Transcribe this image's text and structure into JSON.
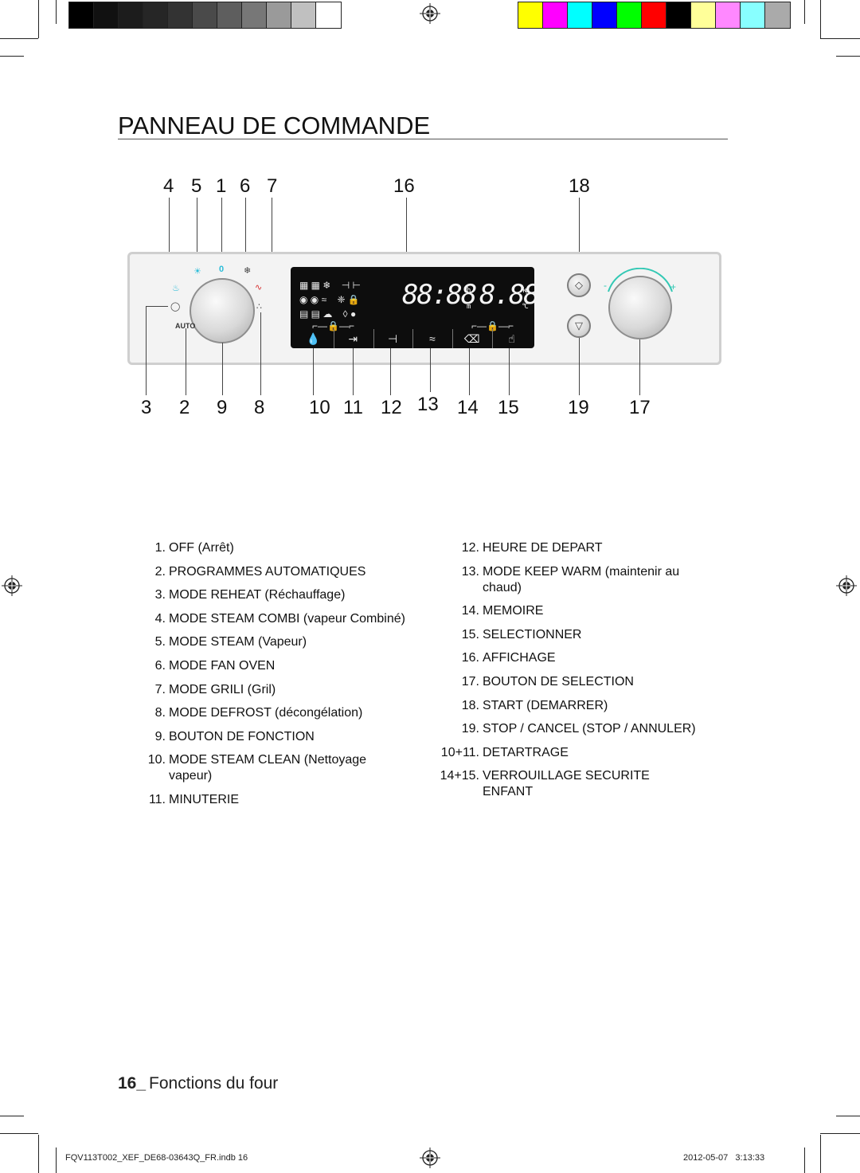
{
  "color_bars": {
    "gray": [
      "#000000",
      "#111111",
      "#1c1c1c",
      "#262626",
      "#333333",
      "#4a4a4a",
      "#5e5e5e",
      "#777777",
      "#9a9a9a",
      "#c0c0c0",
      "#ffffff"
    ],
    "color": [
      "#ffff00",
      "#ff00ff",
      "#00ffff",
      "#0000ff",
      "#00ff00",
      "#ff0000",
      "#000000",
      "#ffff99",
      "#ff88ff",
      "#88ffff",
      "#aaaaaa"
    ]
  },
  "page": {
    "title": "PANNEAU DE COMMANDE"
  },
  "diagram": {
    "top_labels": [
      "4",
      "5",
      "1",
      "6",
      "7",
      "16",
      "18"
    ],
    "bottom_labels": [
      "3",
      "2",
      "9",
      "8",
      "10",
      "11",
      "12",
      "13",
      "14",
      "15",
      "19",
      "17"
    ],
    "display": {
      "time": "88:88",
      "weight": "8.88",
      "unit_h": "h",
      "unit_m": "m",
      "unit_kg": "kg",
      "unit_c": "°C"
    },
    "knob_auto_label": "AUTO",
    "knob_off_label": "0"
  },
  "left_list": [
    {
      "num": "1.",
      "text": "OFF (Arrêt)"
    },
    {
      "num": "2.",
      "text": "PROGRAMMES AUTOMATIQUES"
    },
    {
      "num": "3.",
      "text": "MODE REHEAT (Réchauffage)"
    },
    {
      "num": "4.",
      "text": "MODE STEAM COMBI (vapeur Combiné)"
    },
    {
      "num": "5.",
      "text": "MODE STEAM (Vapeur)"
    },
    {
      "num": "6.",
      "text": "MODE FAN OVEN"
    },
    {
      "num": "7.",
      "text": "MODE GRILI (Gril)"
    },
    {
      "num": "8.",
      "text": "MODE DEFROST (décongélation)"
    },
    {
      "num": "9.",
      "text": "BOUTON DE FONCTION"
    },
    {
      "num": "10.",
      "text": "MODE STEAM CLEAN (Nettoyage vapeur)"
    },
    {
      "num": "11.",
      "text": "MINUTERIE"
    }
  ],
  "right_list": [
    {
      "num": "12.",
      "text": "HEURE DE DEPART"
    },
    {
      "num": "13.",
      "text": "MODE KEEP WARM (maintenir au chaud)"
    },
    {
      "num": "14.",
      "text": "MEMOIRE"
    },
    {
      "num": "15.",
      "text": "SELECTIONNER"
    },
    {
      "num": "16.",
      "text": "AFFICHAGE"
    },
    {
      "num": "17.",
      "text": "BOUTON DE SELECTION"
    },
    {
      "num": "18.",
      "text": "START (DEMARRER)"
    },
    {
      "num": "19.",
      "text": "STOP / CANCEL (STOP / ANNULER)"
    },
    {
      "num": "10+11.",
      "text": "DETARTRAGE"
    },
    {
      "num": "14+15.",
      "text": "VERROUILLAGE SECURITE ENFANT"
    }
  ],
  "footer": {
    "page_number": "16_",
    "section": "Fonctions du four",
    "file": "FQV113T002_XEF_DE68-03643Q_FR.indb   16",
    "date": "2012-05-07     3:13:33"
  }
}
